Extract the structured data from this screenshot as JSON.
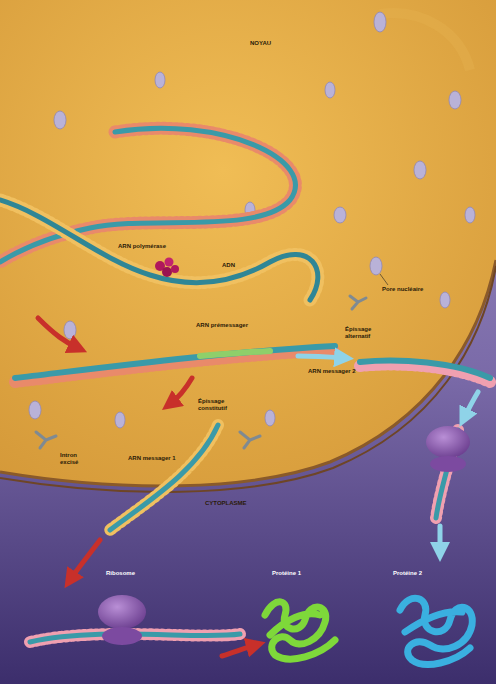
{
  "diagram": {
    "labels": [
      "NOYAU",
      "ARN polymérase",
      "ADN",
      "Pore nucléaire",
      "ARN prémessager",
      "Épissage alternatif",
      "ARN messager 2",
      "Épissage constitutif",
      "Intron excisé",
      "ARN messager 1",
      "CYTOPLASME",
      "Ribosome",
      "Protéine 1",
      "Protéine 2"
    ]
  }
}
